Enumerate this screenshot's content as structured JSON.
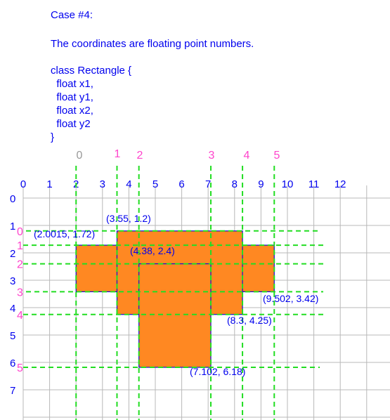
{
  "heading": "Case #4:",
  "description": "The coordinates are floating point numbers.",
  "code_lines": [
    "class Rectangle {",
    "  float x1,",
    "  float y1,",
    "  float x2,",
    "  float y2",
    "}"
  ],
  "colors": {
    "text": "#0000ee",
    "grid": "#b8b8b8",
    "dashed": "#22dd22",
    "index_label": "#ff44cc",
    "index_label_first": "#999999",
    "rect_fill": "#ff8822",
    "rect_stroke": "#1111cc"
  },
  "axis": {
    "x_ticks": [
      "0",
      "1",
      "2",
      "3",
      "4",
      "5",
      "6",
      "7",
      "8",
      "9",
      "10",
      "11",
      "12"
    ],
    "y_ticks": [
      "0",
      "1",
      "2",
      "3",
      "4",
      "5",
      "6",
      "7"
    ]
  },
  "index_labels": {
    "x": [
      "0",
      "1",
      "2",
      "3",
      "4",
      "5"
    ],
    "y": [
      "0",
      "1",
      "2",
      "3",
      "4",
      "5"
    ]
  },
  "compressed_x_coords": [
    2.0015,
    3.55,
    4.38,
    7.102,
    8.3,
    9.502
  ],
  "compressed_y_coords": [
    1.2,
    1.72,
    2.4,
    3.42,
    4.25,
    6.18
  ],
  "rectangles": [
    {
      "x1": 2.0015,
      "y1": 1.72,
      "x2": 9.502,
      "y2": 3.42
    },
    {
      "x1": 3.55,
      "y1": 1.2,
      "x2": 8.3,
      "y2": 4.25
    },
    {
      "x1": 4.38,
      "y1": 2.4,
      "x2": 7.102,
      "y2": 6.18
    }
  ],
  "point_labels": [
    {
      "text": "(2.0015, 1.72)"
    },
    {
      "text": "(3.55, 1.2)"
    },
    {
      "text": "(4.38, 2.4)"
    },
    {
      "text": "(9.502, 3.42)"
    },
    {
      "text": "(8.3, 4.25)"
    },
    {
      "text": "(7.102, 6.18)"
    }
  ]
}
